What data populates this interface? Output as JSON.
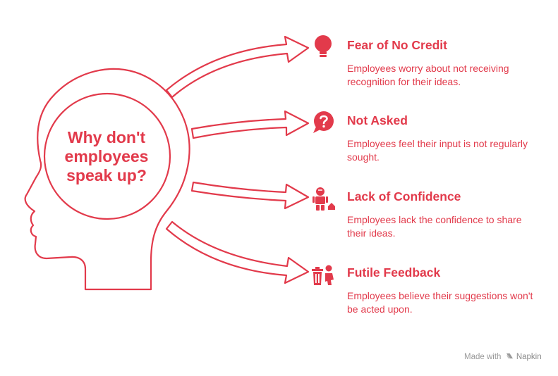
{
  "center": {
    "question": "Why don't employees speak up?"
  },
  "items": [
    {
      "title": "Fear of No Credit",
      "description": "Employees worry about not receiving recognition for their ideas.",
      "icon": "lightbulb-icon"
    },
    {
      "title": "Not Asked",
      "description": "Employees feel their input is not regularly sought.",
      "icon": "question-bubble-icon"
    },
    {
      "title": "Lack of Confidence",
      "description": "Employees lack the confidence to share their ideas.",
      "icon": "person-icon"
    },
    {
      "title": "Futile Feedback",
      "description": "Employees believe their suggestions won't be acted upon.",
      "icon": "trash-person-icon"
    }
  ],
  "footer": {
    "prefix": "Made with",
    "brand": "Napkin"
  },
  "colors": {
    "accent": "#e23a4b",
    "footer_text": "#9a9a9a"
  }
}
